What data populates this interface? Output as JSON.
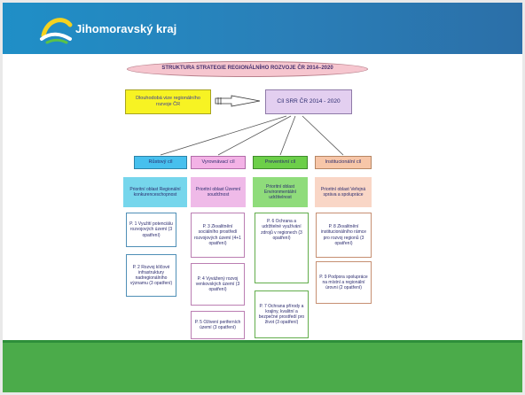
{
  "header": {
    "title": "Jihomoravský kraj"
  },
  "diagram": {
    "title": "STRUKTURA STRATEGIE REGIONÁLNÍHO ROZVOJE ČR 2014–2020",
    "vision": "Dlouhodobá vize regionálního rozvoje ČR",
    "main_goal": "Cíl SRR ČR 2014 - 2020",
    "goals": [
      "Růstový cíl",
      "Vyrovnávací cíl",
      "Preventivní cíl",
      "Institucionální cíl"
    ],
    "priority_areas": [
      "Prioritní oblast Regionální konkurenceschopnost",
      "Prioritní oblast Územní soudržnost",
      "Prioritní oblast Environmentální udržitelnost",
      "Prioritní oblast Veřejná správa a spolupráce"
    ],
    "priorities": {
      "p1": "P. 1 Využití potenciálu rozvojových území (3 opatření)",
      "p2": "P. 2 Rozvoj klíčové infrastruktury nadregionálního významu (3 opatření)",
      "p3": "P. 3 Zkvalitnění sociálního prostředí rozvojových území (4+1 opatření)",
      "p4": "P. 4 Vyvážený rozvoj venkovských území (3 opatření)",
      "p5": "P. 5 Oživení periferních území (3 opatření)",
      "p6": "P. 6 Ochrana a udržitelné využívání zdrojů v regionech (3 opatření)",
      "p7": "P. 7 Ochrana přírody a krajiny, kvalitní a bezpečné prostředí pro život (3 opatření)",
      "p8": "P. 8 Zkvalitnění institucionálního rámce pro rozvoj regionů (3 opatření)",
      "p9": "P. 9 Podpora spolupráce na místní a regionální úrovni (2 opatření)"
    }
  },
  "colors": {
    "header": "#2a7fb8",
    "footer": "#4bab4a",
    "goal_growth": "#47c0ee",
    "goal_balance": "#f3b2e6",
    "goal_preventive": "#6ccf49",
    "goal_institutional": "#f7c6a8"
  },
  "icons": {
    "logo": "jmk-logo-icon"
  }
}
